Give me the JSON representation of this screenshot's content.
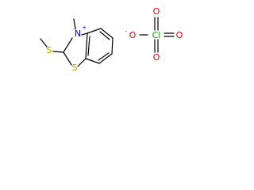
{
  "cation": {
    "atoms": {
      "n": "N",
      "n_charge": "+",
      "s_ring": "S",
      "s_thio": "S"
    }
  },
  "anion": {
    "atoms": {
      "cl": "Cl",
      "o_top": "O",
      "o_bottom": "O",
      "o_right": "O",
      "o_left": "O",
      "o_left_charge": "-"
    }
  },
  "colors": {
    "nitrogen": "#0000ff",
    "sulfur": "#b8a000",
    "chlorine": "#00a000",
    "oxygen": "#ff0000",
    "bond": "#000000"
  }
}
